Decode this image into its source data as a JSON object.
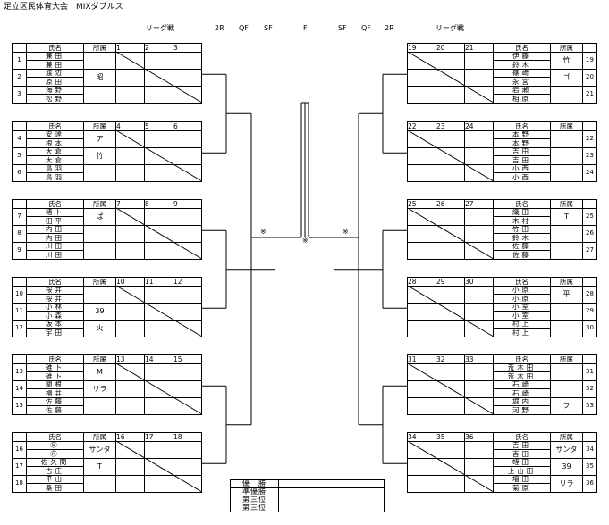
{
  "title": "足立区民体育大会　MIXダブルス",
  "headers": {
    "league_left": "リーグ戦",
    "r2_left": "2R",
    "qf_left": "QF",
    "sf_left": "SF",
    "final": "F",
    "sf_right": "SF",
    "qf_right": "QF",
    "r2_right": "2R",
    "league_right": "リーグ戦"
  },
  "col_labels": {
    "name": "氏名",
    "affil": "所属"
  },
  "groups_left": [
    {
      "nums": [
        "1",
        "2",
        "3"
      ],
      "rows": [
        {
          "id": "1",
          "names": [
            "兼田",
            "兼田"
          ]
        },
        {
          "id": "2",
          "names": [
            "渡辺",
            "原田"
          ]
        },
        {
          "id": "3",
          "names": [
            "海野",
            "松野"
          ]
        }
      ],
      "affils": [
        "",
        "昭",
        ""
      ]
    },
    {
      "nums": [
        "4",
        "5",
        "6"
      ],
      "rows": [
        {
          "id": "4",
          "names": [
            "安達",
            "根本"
          ]
        },
        {
          "id": "5",
          "names": [
            "大倉",
            "大倉"
          ]
        },
        {
          "id": "6",
          "names": [
            "鳥羽",
            "鳥羽"
          ]
        }
      ],
      "affils": [
        "ア",
        "竹",
        ""
      ]
    },
    {
      "nums": [
        "7",
        "8",
        "9"
      ],
      "rows": [
        {
          "id": "7",
          "names": [
            "猪卜",
            "田平"
          ]
        },
        {
          "id": "8",
          "names": [
            "内田",
            "内田"
          ]
        },
        {
          "id": "9",
          "names": [
            "川田",
            "川田"
          ]
        }
      ],
      "affils": [
        "ば",
        "",
        ""
      ]
    },
    {
      "nums": [
        "10",
        "11",
        "12"
      ],
      "rows": [
        {
          "id": "10",
          "names": [
            "桜井",
            "桜井"
          ]
        },
        {
          "id": "11",
          "names": [
            "小林",
            "小森"
          ]
        },
        {
          "id": "12",
          "names": [
            "坂本",
            "宇田"
          ]
        }
      ],
      "affils": [
        "",
        "39",
        "火"
      ]
    },
    {
      "nums": [
        "13",
        "14",
        "15"
      ],
      "rows": [
        {
          "id": "13",
          "names": [
            "碓卜",
            "碓卜"
          ]
        },
        {
          "id": "14",
          "names": [
            "関根",
            "福井"
          ]
        },
        {
          "id": "15",
          "names": [
            "佐藤",
            "佐藤"
          ]
        }
      ],
      "affils": [
        "M",
        "リラ",
        ""
      ]
    },
    {
      "nums": [
        "16",
        "17",
        "18"
      ],
      "rows": [
        {
          "id": "16",
          "names": [
            "㊊",
            "㊊"
          ]
        },
        {
          "id": "17",
          "names": [
            "佐久間",
            "古庄"
          ]
        },
        {
          "id": "18",
          "names": [
            "平山",
            "桑田"
          ]
        }
      ],
      "affils": [
        "サンタ",
        "T",
        ""
      ]
    }
  ],
  "groups_right": [
    {
      "nums": [
        "19",
        "20",
        "21"
      ],
      "rows": [
        {
          "id": "19",
          "names": [
            "伊藤",
            "鈴木"
          ]
        },
        {
          "id": "20",
          "names": [
            "篠崎",
            "永宮"
          ]
        },
        {
          "id": "21",
          "names": [
            "岩瀬",
            "相原"
          ]
        }
      ],
      "affils": [
        "竹",
        "ゴ",
        ""
      ]
    },
    {
      "nums": [
        "22",
        "23",
        "24"
      ],
      "rows": [
        {
          "id": "22",
          "names": [
            "本野",
            "本野"
          ]
        },
        {
          "id": "23",
          "names": [
            "吉田",
            "吉田"
          ]
        },
        {
          "id": "24",
          "names": [
            "小西",
            "小西"
          ]
        }
      ],
      "affils": [
        "",
        "",
        ""
      ]
    },
    {
      "nums": [
        "25",
        "26",
        "27"
      ],
      "rows": [
        {
          "id": "25",
          "names": [
            "織田",
            "木村"
          ]
        },
        {
          "id": "26",
          "names": [
            "竹田",
            "鈴木"
          ]
        },
        {
          "id": "27",
          "names": [
            "佐藤",
            "佐藤"
          ]
        }
      ],
      "affils": [
        "T",
        "",
        ""
      ]
    },
    {
      "nums": [
        "28",
        "29",
        "30"
      ],
      "rows": [
        {
          "id": "28",
          "names": [
            "小原",
            "小原"
          ]
        },
        {
          "id": "29",
          "names": [
            "小室",
            "小室"
          ]
        },
        {
          "id": "30",
          "names": [
            "村上",
            "村上"
          ]
        }
      ],
      "affils": [
        "平",
        "",
        ""
      ]
    },
    {
      "nums": [
        "31",
        "32",
        "33"
      ],
      "rows": [
        {
          "id": "31",
          "names": [
            "荒木田",
            "荒木田"
          ]
        },
        {
          "id": "32",
          "names": [
            "石崎",
            "石崎"
          ]
        },
        {
          "id": "33",
          "names": [
            "堀内",
            "河野"
          ]
        }
      ],
      "affils": [
        "",
        "",
        "フ"
      ]
    },
    {
      "nums": [
        "34",
        "35",
        "36"
      ],
      "rows": [
        {
          "id": "34",
          "names": [
            "吉田",
            "吉田"
          ]
        },
        {
          "id": "35",
          "names": [
            "蛭田",
            "上山田"
          ]
        },
        {
          "id": "36",
          "names": [
            "増田",
            "菊原"
          ]
        }
      ],
      "affils": [
        "サンタ",
        "39",
        "リラ"
      ]
    }
  ],
  "marks": {
    "left": "※",
    "center": "※",
    "right": "※"
  },
  "ranking": [
    "優　勝",
    "準優勝",
    "第三位",
    "第三位"
  ]
}
